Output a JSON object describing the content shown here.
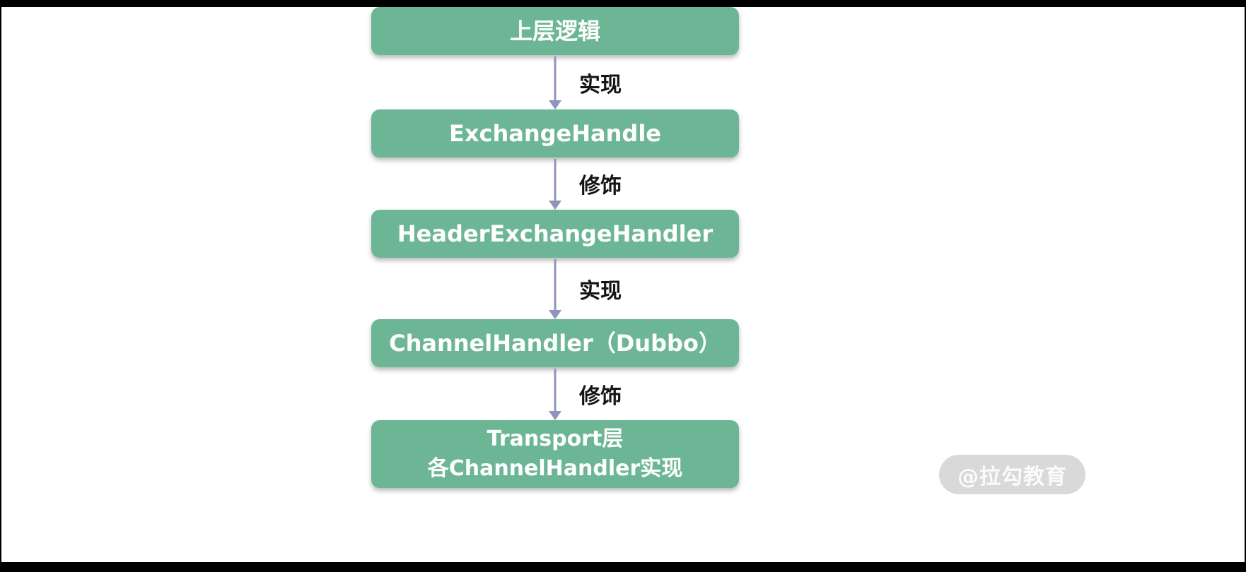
{
  "flow": {
    "nodes": [
      {
        "label": "上层逻辑"
      },
      {
        "label": "ExchangeHandle"
      },
      {
        "label": "HeaderExchangeHandler"
      },
      {
        "label": "ChannelHandler（Dubbo）"
      },
      {
        "label_line1": "Transport层",
        "label_line2": "各ChannelHandler实现"
      }
    ],
    "edges": [
      {
        "label": "实现"
      },
      {
        "label": "修饰"
      },
      {
        "label": "实现"
      },
      {
        "label": "修饰"
      }
    ]
  },
  "watermark": "@拉勾教育",
  "colors": {
    "node_bg": "#6db695",
    "node_text": "#ffffff",
    "arrow": "#8f94bc",
    "edge_label": "#141414",
    "watermark_bg": "#d9d9d9",
    "watermark_text": "#fbfbfb"
  }
}
